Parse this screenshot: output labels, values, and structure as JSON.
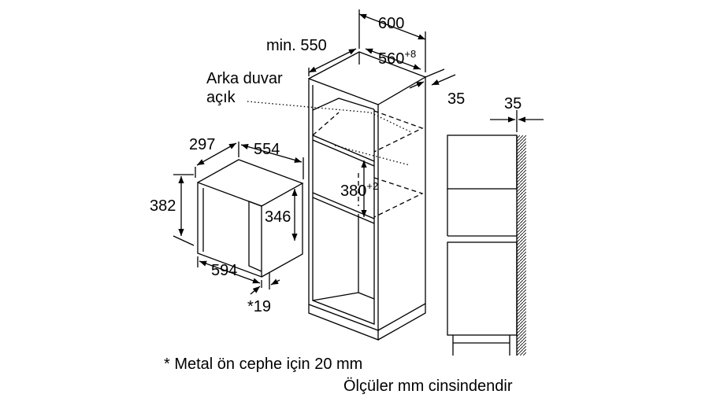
{
  "dims": {
    "width_600": "600",
    "min_label": "min. 550",
    "inner_560": "560",
    "inner_560_tol": "+8",
    "depth_35_top": "35",
    "depth_35_side": "35",
    "height_380": "380",
    "height_380_tol": "+2",
    "mw_depth_297": "297",
    "mw_width_554": "554",
    "mw_height_382": "382",
    "mw_height_346": "346",
    "mw_width_594": "594",
    "mw_front_19": "*19"
  },
  "labels": {
    "rear_wall_line1": "Arka duvar",
    "rear_wall_line2": "açık"
  },
  "notes": {
    "metal_front": "* Metal ön cephe için 20 mm",
    "units": "Ölçüler mm cinsindendir"
  }
}
